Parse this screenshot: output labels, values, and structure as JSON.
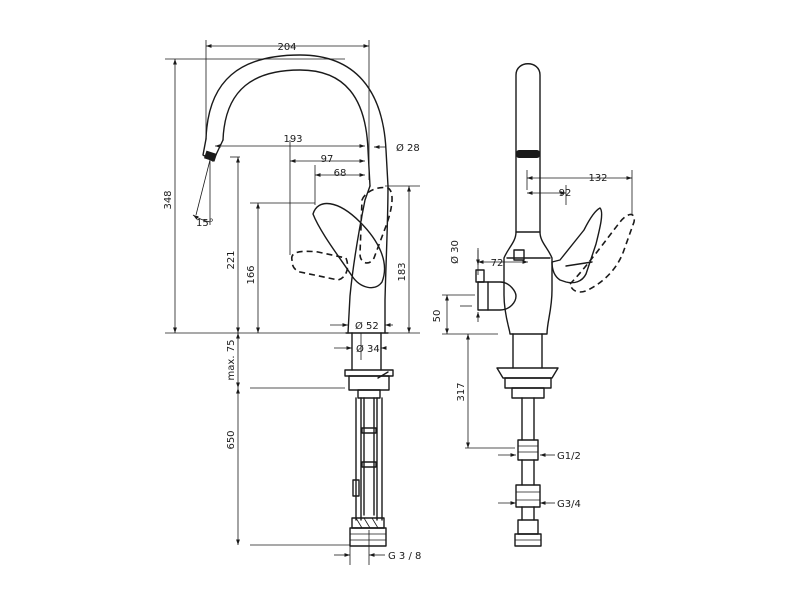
{
  "side_view": {
    "dims": {
      "width_204": "204",
      "reach_193": "193",
      "d97": "97",
      "d68": "68",
      "dia28": "Ø 28",
      "height_348": "348",
      "angle_15": "15°",
      "height_221": "221",
      "height_166": "166",
      "height_183": "183",
      "dia52": "Ø 52",
      "dia34": "Ø 34",
      "max75": "max. 75",
      "hose_650": "650",
      "thread_g38": "G 3 / 8"
    }
  },
  "front_view": {
    "dims": {
      "w132": "132",
      "w92": "92",
      "dia30": "Ø 30",
      "w72": "72",
      "h50": "50",
      "h317": "317",
      "g12": "G1/2",
      "g34": "G3/4"
    }
  }
}
